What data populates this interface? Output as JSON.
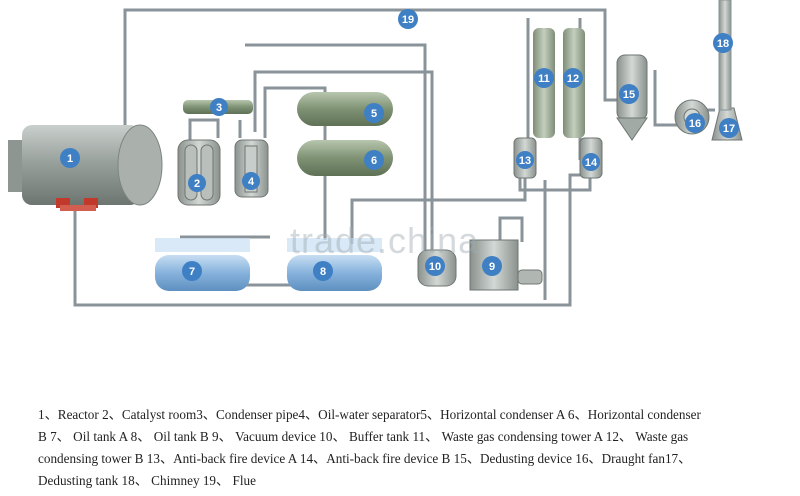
{
  "watermark": "trade.china",
  "colors": {
    "pipe": "#8a9399",
    "badge": "#3f7fc4",
    "reactor": "#98a09c",
    "condenser": "#8fa184",
    "tank": "#8fb9df"
  },
  "labels": {
    "n1": "1",
    "n2": "2",
    "n3": "3",
    "n4": "4",
    "n5": "5",
    "n6": "6",
    "n7": "7",
    "n8": "8",
    "n9": "9",
    "n10": "10",
    "n11": "11",
    "n12": "12",
    "n13": "13",
    "n14": "14",
    "n15": "15",
    "n16": "16",
    "n17": "17",
    "n18": "18",
    "n19": "19"
  },
  "legend": [
    "1、Reactor 2、Catalyst room3、Condenser pipe4、Oil-water separator5、Horizontal condenser A 6、Horizontal condenser",
    "B 7、 Oil tank A 8、 Oil tank B 9、 Vacuum device 10、 Buffer tank 11、 Waste gas condensing tower A 12、 Waste gas",
    "condensing tower B 13、Anti-back fire device A 14、Anti-back fire device B 15、Dedusting device 16、Draught fan17、",
    "Dedusting tank 18、 Chimney 19、 Flue"
  ]
}
